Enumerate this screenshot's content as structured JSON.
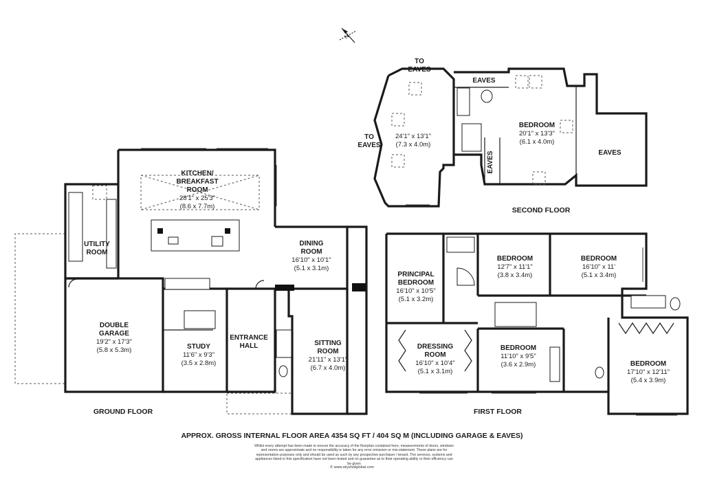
{
  "compass": {
    "label": "N"
  },
  "floors": {
    "ground": "GROUND FLOOR",
    "first": "FIRST FLOOR",
    "second": "SECOND FLOOR"
  },
  "rooms": {
    "kitchen": {
      "name1": "KITCHEN/",
      "name2": "BREAKFAST",
      "name3": "ROOM",
      "imperial": "28'1\" x 25'3\"",
      "metric": "(8.6 x 7.7m)"
    },
    "utility": {
      "name1": "UTILITY",
      "name2": "ROOM"
    },
    "dining": {
      "name1": "DINING",
      "name2": "ROOM",
      "imperial": "16'10\" x 10'1\"",
      "metric": "(5.1 x 3.1m)"
    },
    "garage": {
      "name1": "DOUBLE",
      "name2": "GARAGE",
      "imperial": "19'2\" x 17'3\"",
      "metric": "(5.8 x 5.3m)"
    },
    "study": {
      "name1": "STUDY",
      "imperial": "11'6\" x 9'3\"",
      "metric": "(3.5 x 2.8m)"
    },
    "hall": {
      "name1": "ENTRANCE",
      "name2": "HALL"
    },
    "sitting": {
      "name1": "SITTING",
      "name2": "ROOM",
      "imperial": "21'11\" x 13'1\"",
      "metric": "(6.7 x 4.0m)"
    },
    "principal": {
      "name1": "PRINCIPAL",
      "name2": "BEDROOM",
      "imperial": "16'10\" x 10'5\"",
      "metric": "(5.1 x 3.2m)"
    },
    "bed1": {
      "name1": "BEDROOM",
      "imperial": "12'7\" x 11'1\"",
      "metric": "(3.8 x 3.4m)"
    },
    "bed2": {
      "name1": "BEDROOM",
      "imperial": "16'10\" x 11'",
      "metric": "(5.1 x 3.4m)"
    },
    "dressing": {
      "name1": "DRESSING",
      "name2": "ROOM",
      "imperial": "16'10\" x 10'4\"",
      "metric": "(5.1 x 3.1m)"
    },
    "bed3": {
      "name1": "BEDROOM",
      "imperial": "11'10\" x 9'5\"",
      "metric": "(3.6 x 2.9m)"
    },
    "bed4": {
      "name1": "BEDROOM",
      "imperial": "17'10\" x 12'11\"",
      "metric": "(5.4 x 3.9m)"
    },
    "second_room": {
      "imperial": "24'1\" x 13'1\"",
      "metric": "(7.3 x 4.0m)"
    },
    "second_bed": {
      "name1": "BEDROOM",
      "imperial": "20'1\" x 13'3\"",
      "metric": "(6.1 x 4.0m)"
    }
  },
  "eaves": {
    "to_eaves_top1": "TO",
    "to_eaves_top2": "EAVES",
    "to_eaves_left1": "TO",
    "to_eaves_left2": "EAVES",
    "eaves_top": "EAVES",
    "eaves_small": "EAVES",
    "eaves_right": "EAVES"
  },
  "footer": {
    "area": "APPROX. GROSS INTERNAL FLOOR AREA 4354 SQ FT / 404 SQ M (INCLUDING GARAGE & EAVES)",
    "disclaimer": "Whilst every attempt has been made to ensure the accuracy of the floorplan contained here, measurements of doors, windows and rooms are approximate and no responsibility is taken for any error omission or mis-statement. These plans are for representation purposes only and should be used as such by any prospective purchaser / tenant. The services, systems and appliances listed in this specification have not been tested and no guarantee as to their operating ability or their efficiency can be given",
    "site": "© www.skyshotglobal.com"
  }
}
